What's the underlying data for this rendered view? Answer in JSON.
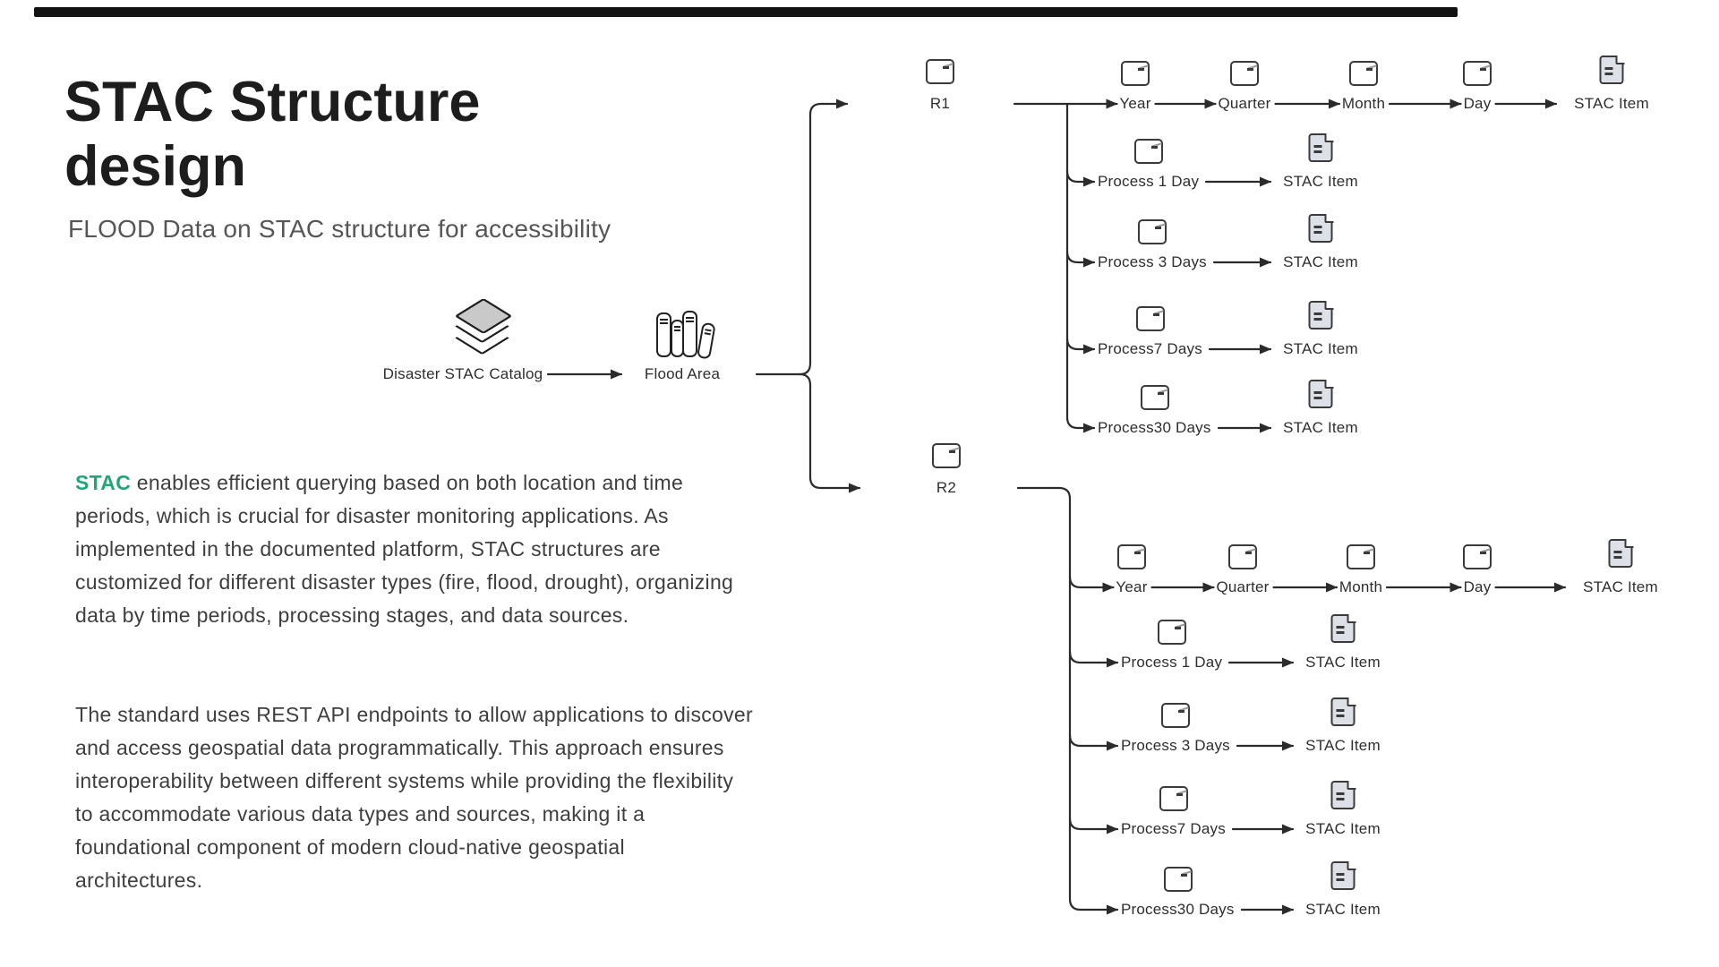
{
  "top_bar": {
    "color": "#121212"
  },
  "header": {
    "title_line1": "STAC Structure",
    "title_line2": "design",
    "subtitle": "FLOOD Data on STAC structure for accessibility"
  },
  "flow": {
    "catalog_label": "Disaster STAC Catalog",
    "area_label": "Flood Area"
  },
  "body": {
    "highlight": "STAC",
    "highlight_color": "#22a678",
    "paragraph1_rest": " enables efficient querying based on both location and time periods, which is crucial for disaster monitoring applications. As implemented in the documented platform, STAC structures are customized for different disaster types (fire, flood, drought), organizing data by time periods, processing stages, and data sources.",
    "paragraph2": "The standard uses REST API endpoints to allow applications to discover and access geospatial data programmatically. This approach ensures interoperability between different systems while providing the flexibility to accommodate various data types and sources, making it a foundational component of modern cloud-native geospatial architectures."
  },
  "diagram": {
    "line_color": "#2b2b2b",
    "trees": [
      {
        "root": "R1",
        "chain": [
          "Year",
          "Quarter",
          "Month",
          "Day",
          "STAC Item"
        ],
        "branches": [
          {
            "label": "Process 1 Day",
            "item": "STAC Item"
          },
          {
            "label": "Process 3 Days",
            "item": "STAC Item"
          },
          {
            "label": "Process7 Days",
            "item": "STAC Item"
          },
          {
            "label": "Process30 Days",
            "item": "STAC Item"
          }
        ]
      },
      {
        "root": "R2",
        "chain": [
          "Year",
          "Quarter",
          "Month",
          "Day",
          "STAC Item"
        ],
        "branches": [
          {
            "label": "Process 1 Day",
            "item": "STAC Item"
          },
          {
            "label": "Process 3 Days",
            "item": "STAC Item"
          },
          {
            "label": "Process7 Days",
            "item": "STAC Item"
          },
          {
            "label": "Process30 Days",
            "item": "STAC Item"
          }
        ]
      }
    ]
  }
}
